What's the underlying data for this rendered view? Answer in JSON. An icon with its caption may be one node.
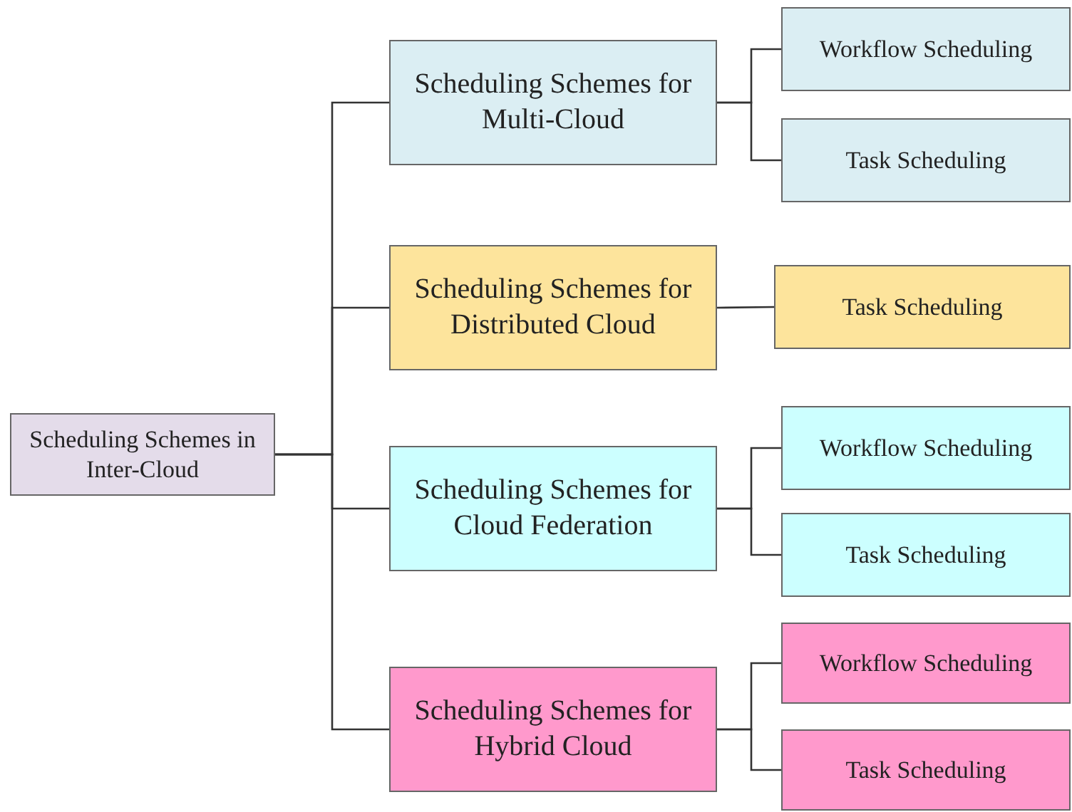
{
  "diagram": {
    "nodes": [
      {
        "text": [
          "Scheduling Schemes in Inter-Cloud"
        ]
      },
      {
        "text": [
          "Scheduling Schemes for Multi-Cloud"
        ]
      },
      {
        "text": [
          "Workflow Scheduling"
        ]
      },
      {
        "text": [
          "Task Scheduling"
        ]
      },
      {
        "text": [
          "Scheduling Schemes for Distributed Cloud"
        ]
      },
      {
        "text": [
          "Task Scheduling"
        ]
      },
      {
        "text": [
          "Scheduling Schemes for Cloud Federation"
        ]
      },
      {
        "text": [
          "Workflow Scheduling"
        ]
      },
      {
        "text": [
          "Task Scheduling"
        ]
      },
      {
        "text": [
          "Scheduling Schemes for Hybrid Cloud"
        ]
      },
      {
        "text": [
          "Workflow Scheduling"
        ]
      },
      {
        "text": [
          "Task Scheduling"
        ]
      }
    ],
    "edges": [
      {
        "from": 0,
        "to": 1,
        "arrow": "none"
      },
      {
        "from": 0,
        "to": 4,
        "arrow": "none"
      },
      {
        "from": 0,
        "to": 6,
        "arrow": "none"
      },
      {
        "from": 0,
        "to": 9,
        "arrow": "none"
      },
      {
        "from": 1,
        "to": 2,
        "arrow": "none"
      },
      {
        "from": 1,
        "to": 3,
        "arrow": "none"
      },
      {
        "from": 4,
        "to": 5,
        "arrow": "none"
      },
      {
        "from": 6,
        "to": 7,
        "arrow": "none"
      },
      {
        "from": 6,
        "to": 8,
        "arrow": "none"
      },
      {
        "from": 9,
        "to": 10,
        "arrow": "none"
      },
      {
        "from": 9,
        "to": 11,
        "arrow": "none"
      }
    ]
  }
}
